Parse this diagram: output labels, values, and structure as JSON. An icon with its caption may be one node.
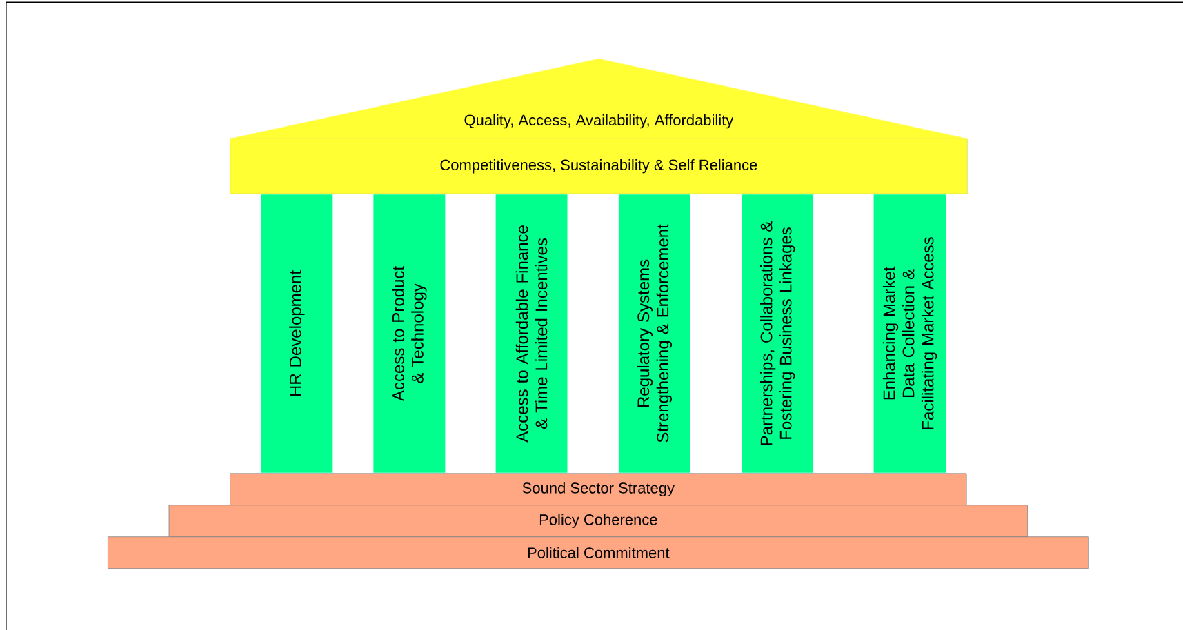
{
  "diagram": {
    "nodes": [
      {
        "text": [
          "Quality, Access, Availability, Affordability"
        ]
      },
      {
        "text": [
          "Competitiveness, Sustainability & Self Reliance"
        ]
      },
      {
        "text": [
          "HR Development"
        ]
      },
      {
        "text": [
          "Access to Product & Technology"
        ]
      },
      {
        "text": [
          "Access to Affordable Finance & Time Limited Incentives"
        ]
      },
      {
        "text": [
          "Regulatory Systems Strengthening & Enforcement"
        ]
      },
      {
        "text": [
          "Partnerships, Collaborations & Fostering Business Linkages"
        ]
      },
      {
        "text": [
          "Enhancing Market Data Collection & Facilitating Market Access"
        ]
      },
      {
        "text": [
          "Sound Sector Strategy"
        ]
      },
      {
        "text": [
          "Policy Coherence"
        ]
      },
      {
        "text": [
          "Political Commitment"
        ]
      }
    ]
  }
}
